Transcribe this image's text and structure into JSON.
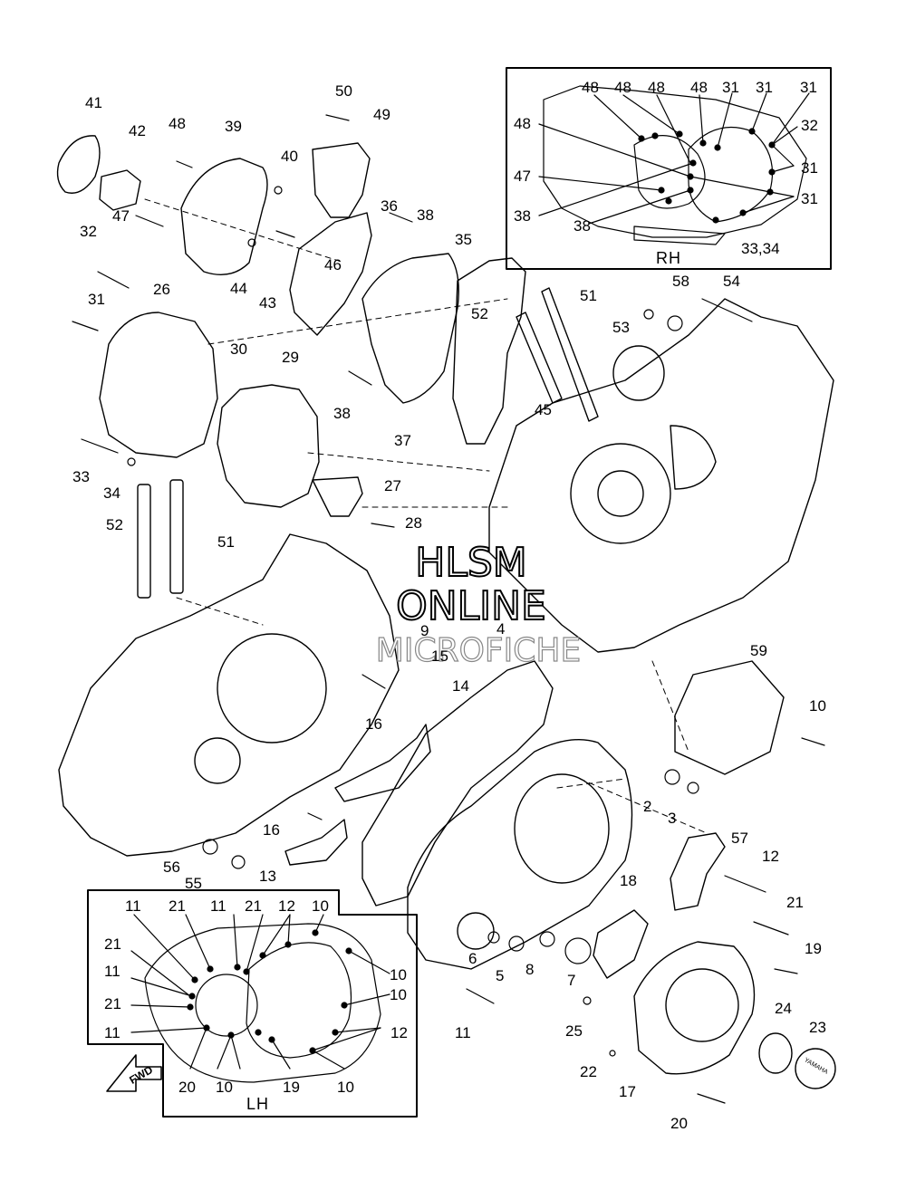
{
  "watermark": {
    "line1": "HLSM",
    "line2": "ONLINE",
    "line3": "MICROFICHE"
  },
  "inset_rh": {
    "title": "RH",
    "labels": [
      "48",
      "48",
      "48",
      "48",
      "31",
      "31",
      "31",
      "48",
      "32",
      "31",
      "47",
      "31",
      "38",
      "38",
      "33,34"
    ]
  },
  "inset_lh": {
    "title": "LH",
    "labels": [
      "11",
      "21",
      "11",
      "21",
      "12",
      "10",
      "21",
      "10",
      "11",
      "10",
      "21",
      "12",
      "11",
      "20",
      "10",
      "19",
      "10"
    ]
  },
  "fwd_badge": "FWD",
  "cap_text": "YAMAHA",
  "callouts": [
    "41",
    "42",
    "48",
    "39",
    "50",
    "49",
    "40",
    "36",
    "38",
    "35",
    "47",
    "32",
    "46",
    "44",
    "43",
    "31",
    "26",
    "30",
    "29",
    "52",
    "51",
    "53",
    "58",
    "54",
    "45",
    "38",
    "37",
    "33",
    "34",
    "27",
    "28",
    "52",
    "51",
    "9",
    "15",
    "4",
    "14",
    "16",
    "59",
    "10",
    "2",
    "3",
    "16",
    "57",
    "12",
    "13",
    "56",
    "55",
    "18",
    "21",
    "19",
    "6",
    "5",
    "8",
    "7",
    "11",
    "25",
    "24",
    "23",
    "22",
    "17",
    "20"
  ]
}
